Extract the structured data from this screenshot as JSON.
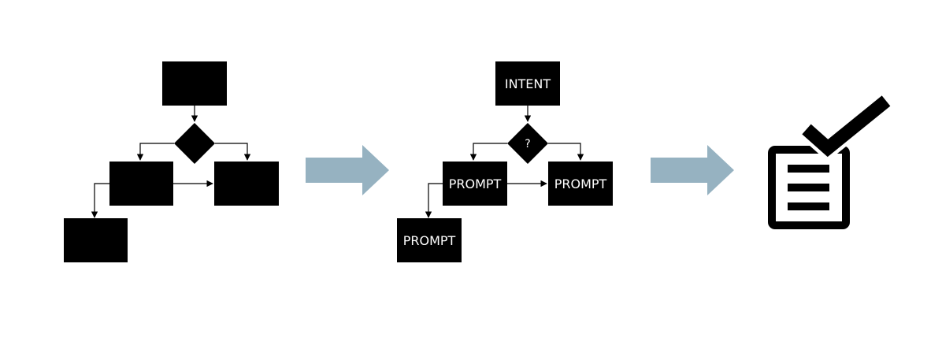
{
  "colors": {
    "box_fill": "#000000",
    "label_color": "#ffffff",
    "arrow_color": "#96b2c1",
    "connector_color": "#000000",
    "background": "#ffffff"
  },
  "left_flowchart": {
    "top_box": "",
    "decision": "",
    "middle_left_box": "",
    "middle_right_box": "",
    "bottom_left_box": ""
  },
  "middle_flowchart": {
    "top_box": "INTENT",
    "decision": "?",
    "middle_left_box": "PROMPT",
    "middle_right_box": "PROMPT",
    "bottom_left_box": "PROMPT"
  },
  "icons": {
    "transition_arrow_1": "right-arrow-icon",
    "transition_arrow_2": "right-arrow-icon",
    "result": "checklist-checkmark-icon"
  }
}
